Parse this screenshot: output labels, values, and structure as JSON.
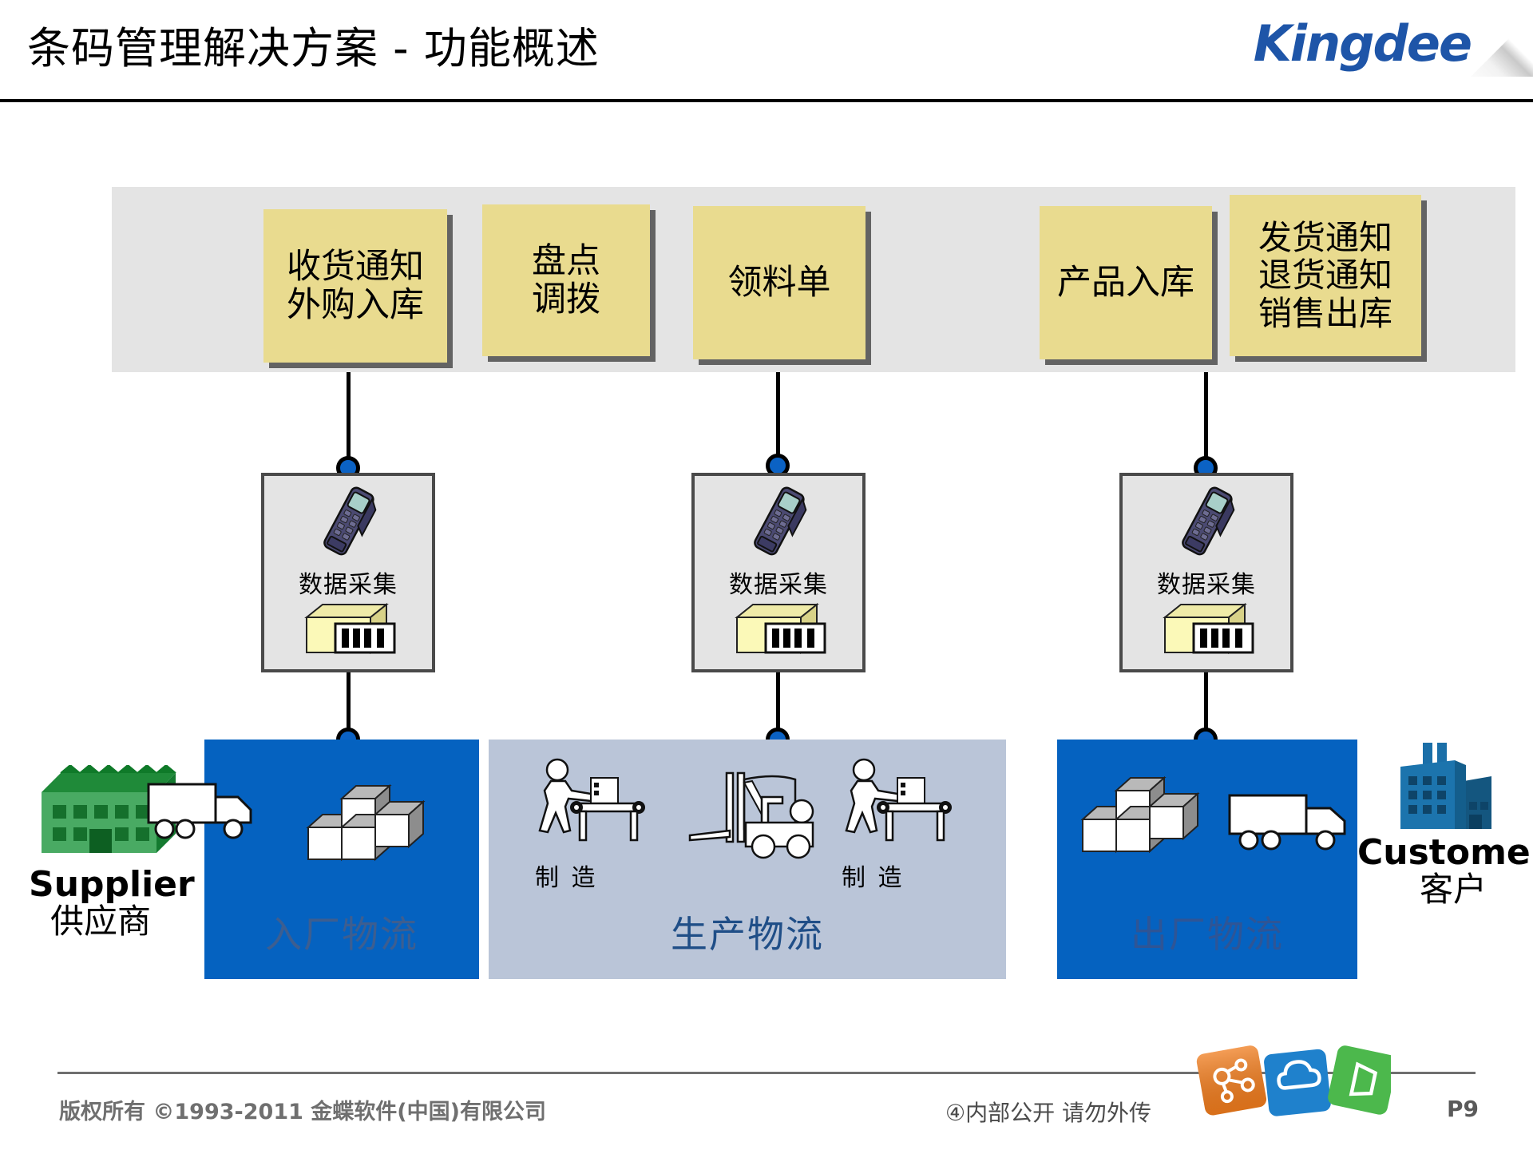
{
  "header": {
    "title": "条码管理解决方案 - 功能概述",
    "logo_text": "Kingdee"
  },
  "doc_band": {
    "boxes": [
      {
        "id": "receiving",
        "lines": [
          "收货通知",
          "外购入库"
        ]
      },
      {
        "id": "stocktake",
        "lines": [
          "盘点",
          "调拨"
        ]
      },
      {
        "id": "picking",
        "lines": [
          "领料单"
        ]
      },
      {
        "id": "product-in",
        "lines": [
          "产品入库"
        ]
      },
      {
        "id": "shipping",
        "lines": [
          "发货通知",
          "退货通知",
          "销售出库"
        ]
      }
    ]
  },
  "collection": {
    "boxes": [
      {
        "id": "inbound",
        "label": "数据采集",
        "pda_icon": "pda-scanner-icon",
        "barcode_icon": "barcode-box-icon"
      },
      {
        "id": "production",
        "label": "数据采集",
        "pda_icon": "pda-scanner-icon",
        "barcode_icon": "barcode-box-icon"
      },
      {
        "id": "outbound",
        "label": "数据采集",
        "pda_icon": "pda-scanner-icon",
        "barcode_icon": "barcode-box-icon"
      }
    ]
  },
  "logistics": {
    "inbound_caption": "入厂物流",
    "production_caption": "生产物流",
    "outbound_caption": "出厂物流",
    "manufacturing_label_left": "制  造",
    "manufacturing_label_right": "制  造"
  },
  "endpoints": {
    "supplier_en": "Supplier",
    "supplier_cn": "供应商",
    "customer_en": "Customer",
    "customer_cn": "客户"
  },
  "footer": {
    "copyright": "版权所有 ©1993-2011 金蝶软件(中国)有限公司",
    "confidential": "④内部公开 请勿外传",
    "page_number": "P9"
  },
  "colors": {
    "brand_blue": "#1e55a8",
    "panel_blue": "#0562c0",
    "panel_gray_blue": "#bac5d8",
    "doc_yellow": "#e9db8f",
    "band_gray": "#e4e4e4",
    "connector_blue": "#0b62c4",
    "supplier_green": "#2e9e4f",
    "customer_blue": "#1b6fa8"
  }
}
